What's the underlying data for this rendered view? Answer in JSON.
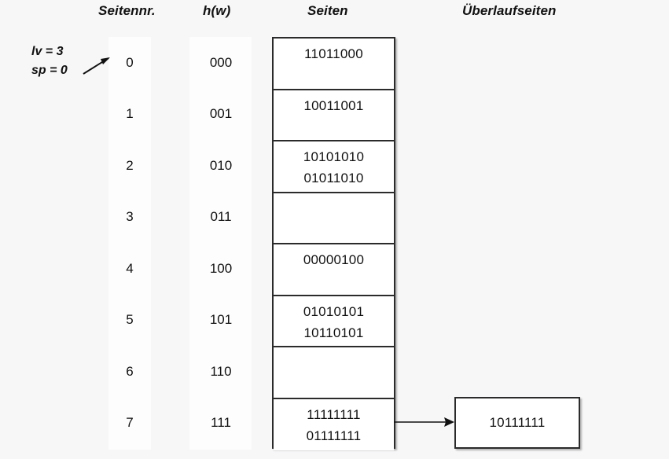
{
  "headers": {
    "seitennr": "Seitennr.",
    "hw": "h(w)",
    "seiten": "Seiten",
    "ueberlaufseiten": "Überlaufseiten"
  },
  "annotation": {
    "lv": "lv = 3",
    "sp": "sp = 0"
  },
  "colors": {
    "background": "#f7f7f8",
    "band": "#fdfdfd",
    "box_border": "#2b2b2b",
    "box_fill": "#ffffff",
    "text": "#111111"
  },
  "rows": [
    {
      "seitennr": "0",
      "hw": "000",
      "entries": [
        "11011000"
      ]
    },
    {
      "seitennr": "1",
      "hw": "001",
      "entries": [
        "10011001"
      ]
    },
    {
      "seitennr": "2",
      "hw": "010",
      "entries": [
        "10101010",
        "01011010"
      ]
    },
    {
      "seitennr": "3",
      "hw": "011",
      "entries": []
    },
    {
      "seitennr": "4",
      "hw": "100",
      "entries": [
        "00000100"
      ]
    },
    {
      "seitennr": "5",
      "hw": "101",
      "entries": [
        "01010101",
        "10110101"
      ]
    },
    {
      "seitennr": "6",
      "hw": "110",
      "entries": []
    },
    {
      "seitennr": "7",
      "hw": "111",
      "entries": [
        "11111111",
        "01111111"
      ]
    }
  ],
  "overflow": {
    "from_row": "7",
    "entries": [
      "10111111"
    ]
  }
}
